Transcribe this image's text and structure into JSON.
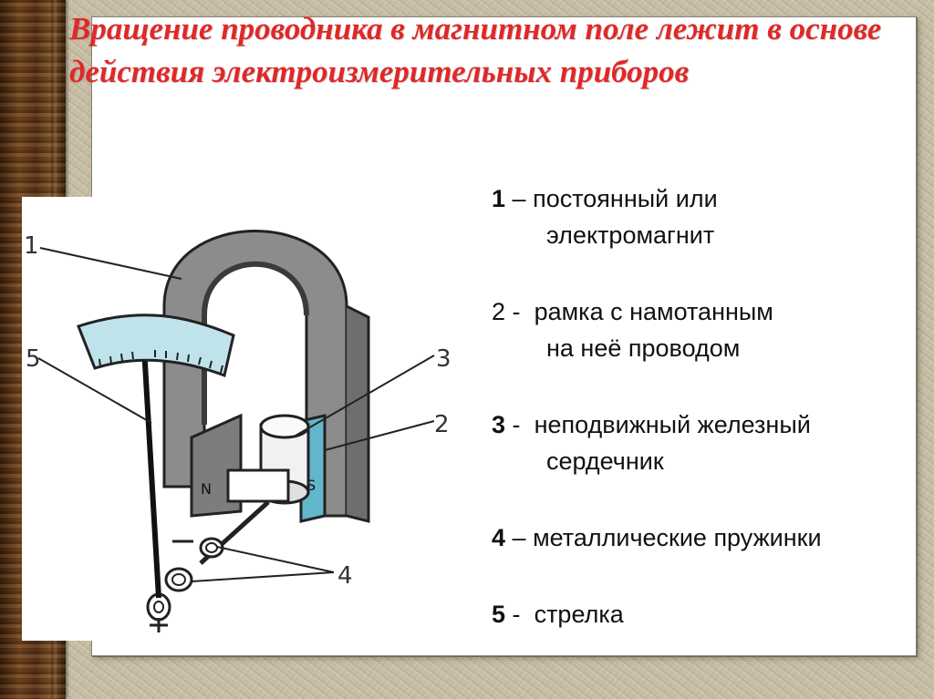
{
  "slide": {
    "title": "Вращение проводника в магнитном поле лежит в основе действия электроизмерительных приборов"
  },
  "figure": {
    "callouts": [
      "1",
      "2",
      "3",
      "4",
      "5"
    ],
    "magnet_poles": {
      "north": "N",
      "south": "S"
    }
  },
  "legend": [
    {
      "num": "1",
      "sep": "–",
      "line1": "постоянный или",
      "line2": "электромагнит"
    },
    {
      "num": "2",
      "sep": "-",
      "line1": "рамка с намотанным",
      "line2": "на неё проводом"
    },
    {
      "num": "3",
      "sep": "-",
      "line1": "неподвижный железный",
      "line2": "сердечник"
    },
    {
      "num": "4",
      "sep": "–",
      "line1": "металлические пружинки",
      "line2": ""
    },
    {
      "num": "5",
      "sep": "-",
      "line1": "стрелка",
      "line2": ""
    }
  ],
  "colors": {
    "title": "#e02828",
    "magnet": "#8c8c8c",
    "scale": "#bfe3ea",
    "pole_s": "#62b6cc"
  }
}
